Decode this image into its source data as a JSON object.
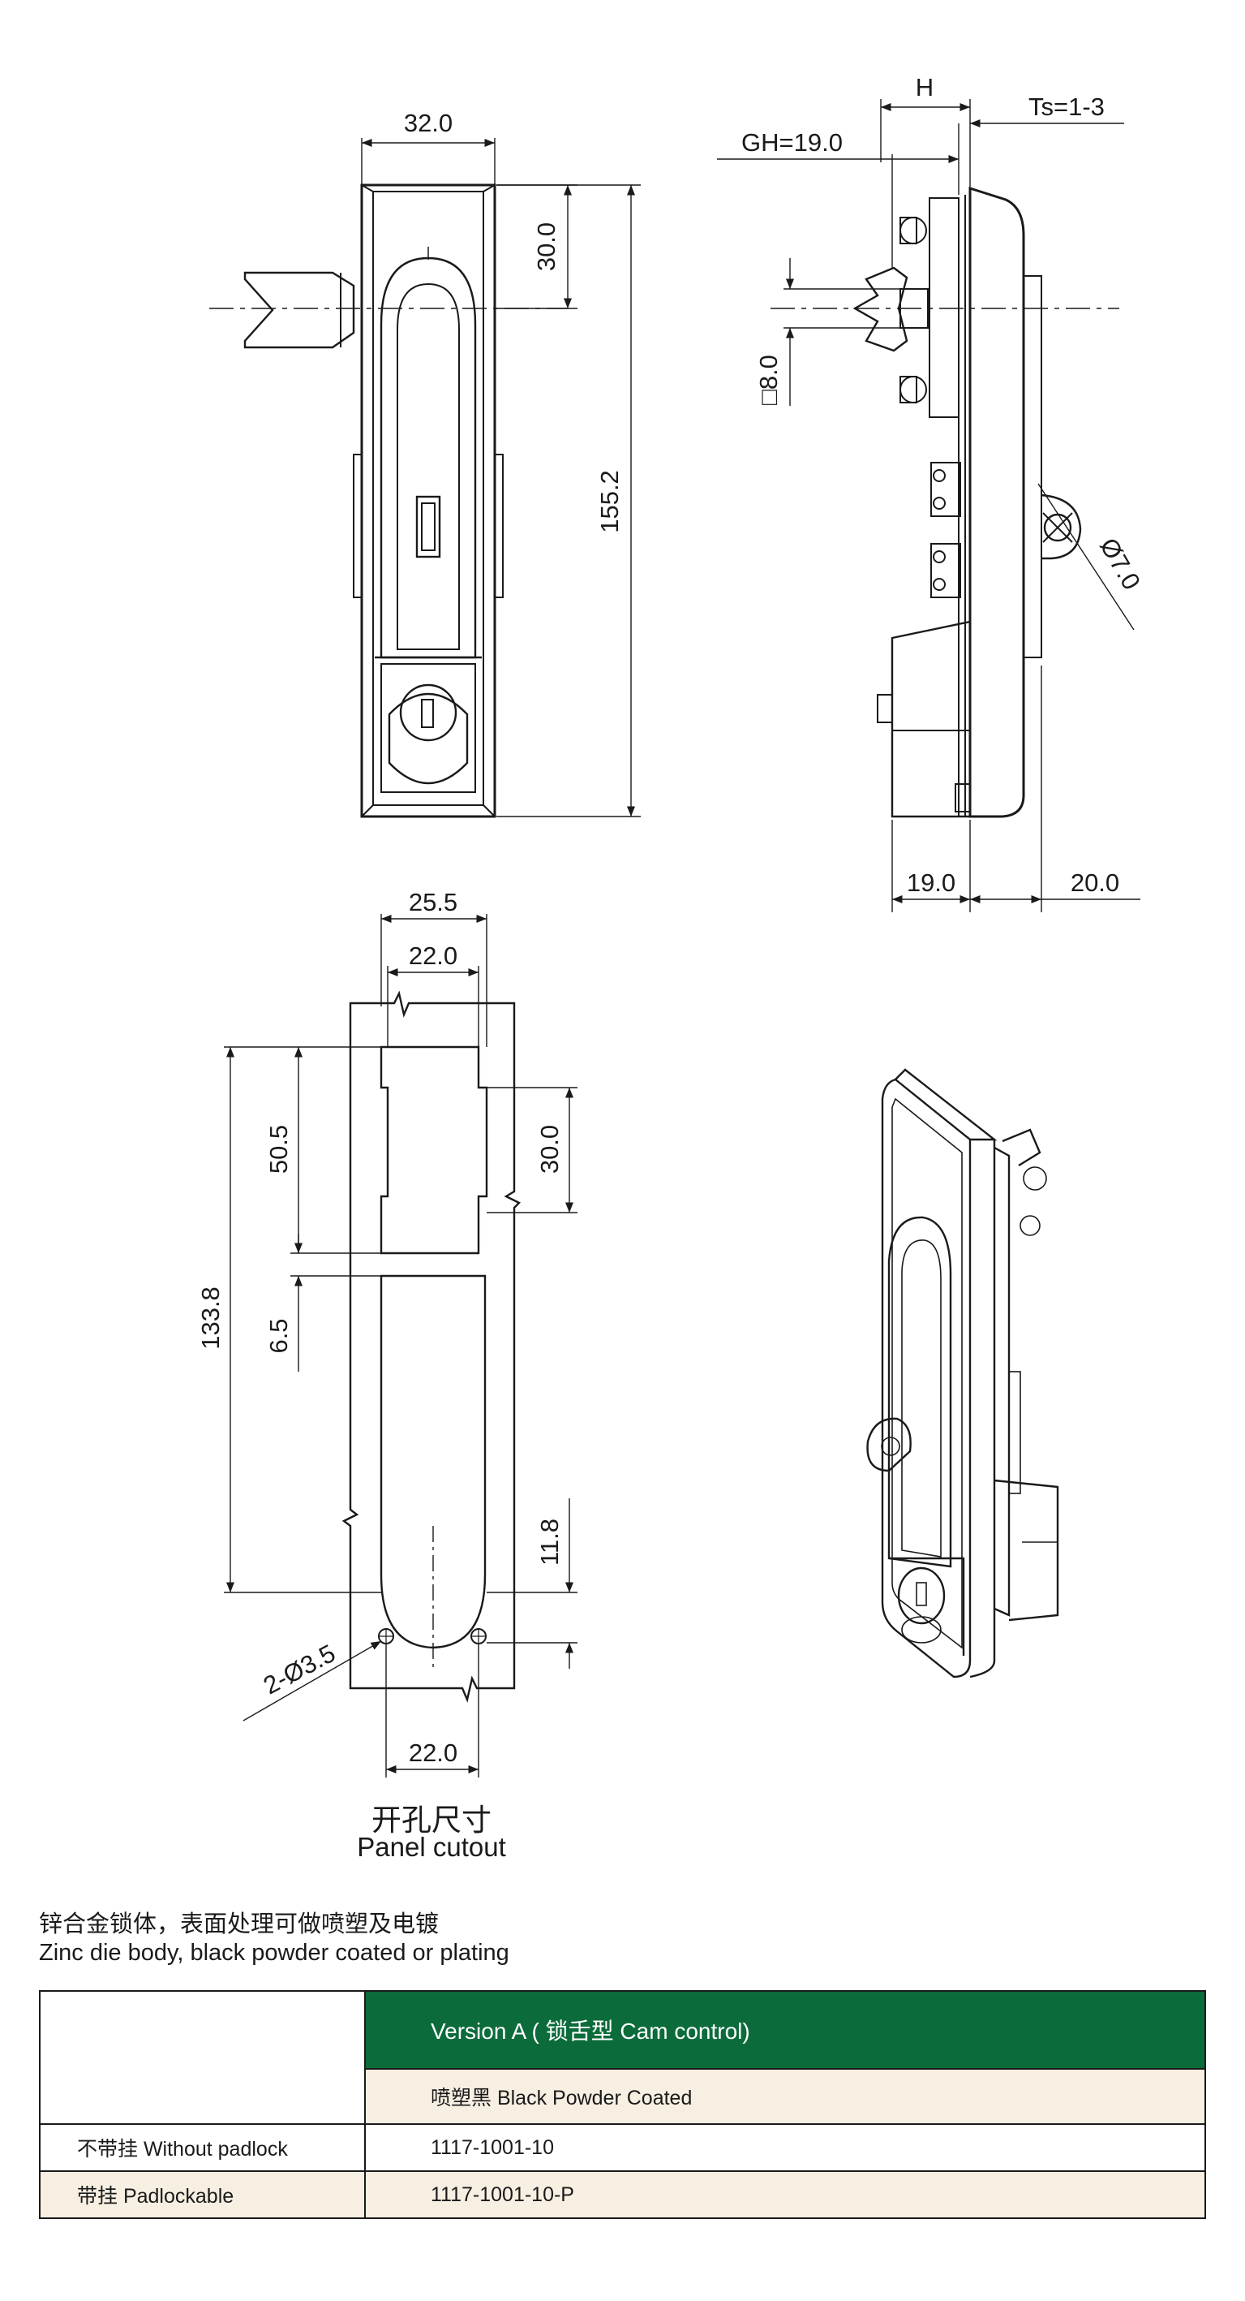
{
  "top_view": {
    "dims": {
      "width": "32.0",
      "top": "30.0",
      "height": "155.2"
    }
  },
  "side_view": {
    "dims": {
      "h": "H",
      "ts": "Ts=1-3",
      "gh": "GH=19.0",
      "square": "□8.0",
      "hole": "Ø7.0",
      "bottom_left": "19.0",
      "bottom_right": "20.0"
    }
  },
  "cutout_view": {
    "dims": {
      "outer_width": "25.5",
      "inner_width": "22.0",
      "upper_height": "50.5",
      "right_upper": "30.0",
      "total_height": "133.8",
      "gap": "6.5",
      "bottom_gap": "11.8",
      "holes": "2-Ø3.5",
      "bottom_width": "22.0"
    },
    "caption_zh": "开孔尺寸",
    "caption_en": "Panel cutout"
  },
  "spec": {
    "zh": "锌合金锁体，表面处理可做喷塑及电镀",
    "en": "Zinc die body, black powder coated or plating"
  },
  "table": {
    "header": "Version A ( 锁舌型 Cam control)",
    "finish": "喷塑黑 Black Powder Coated",
    "rows": [
      {
        "label": "不带挂 Without padlock",
        "value": "1117-1001-10"
      },
      {
        "label": "带挂 Padlockable",
        "value": "1117-1001-10-P"
      }
    ]
  },
  "colors": {
    "header_bg": "#0b6b3a",
    "row_shade": "#f7efe2"
  }
}
